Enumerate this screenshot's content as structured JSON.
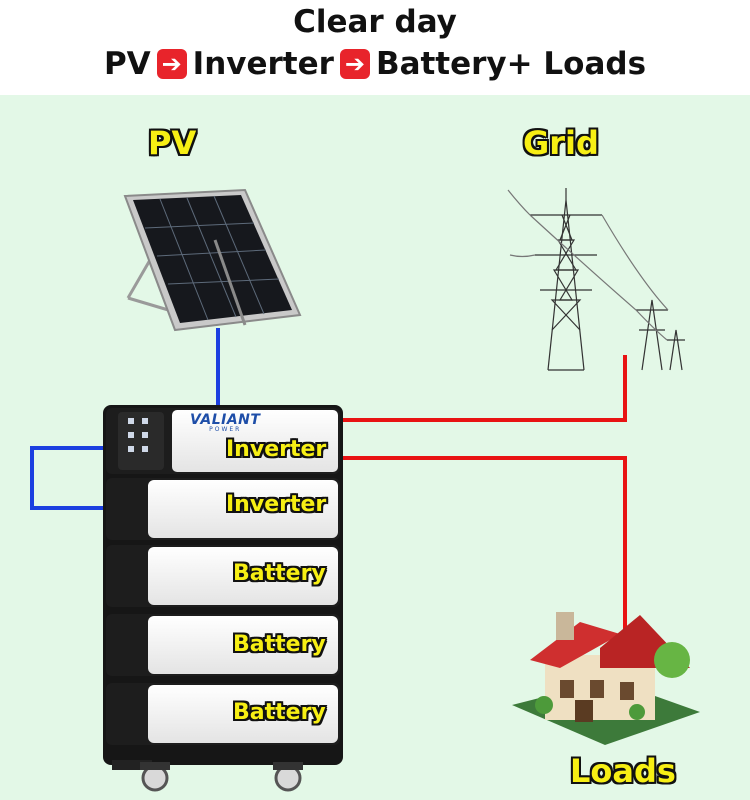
{
  "header": {
    "title": "Clear day",
    "flow": [
      "PV",
      "Inverter",
      "Battery+ Loads"
    ]
  },
  "labels": {
    "pv": "PV",
    "grid": "Grid",
    "loads": "Loads"
  },
  "unit": {
    "brand": "VALIANT",
    "brand_sub": "POWER",
    "modules": [
      "Inverter",
      "Inverter",
      "Battery",
      "Battery",
      "Battery"
    ]
  },
  "colors": {
    "dc_line": "#1b3fe0",
    "ac_line": "#e81313",
    "background": "#e3f8e7",
    "label_fill": "#f7ef14",
    "arrow": "#e8242b"
  }
}
